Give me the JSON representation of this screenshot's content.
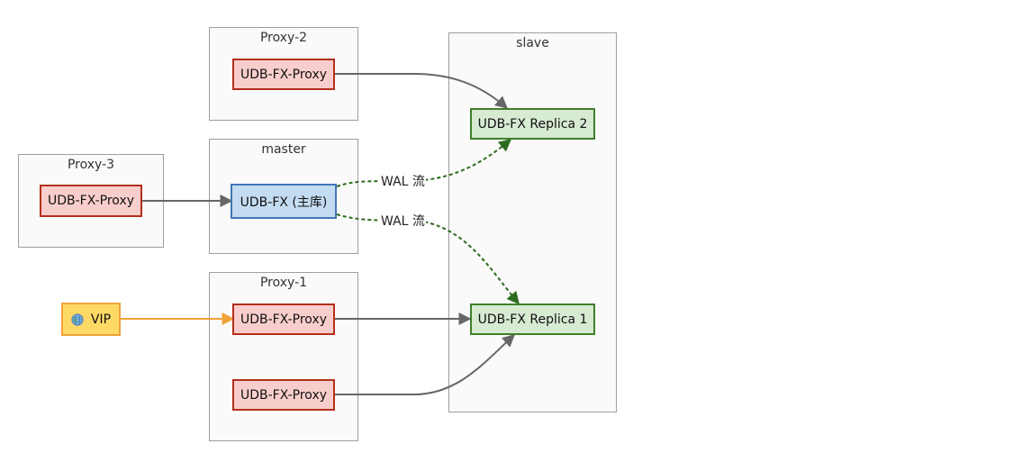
{
  "clusters": {
    "proxy2": "Proxy-2",
    "master": "master",
    "proxy3": "Proxy-3",
    "proxy1": "Proxy-1",
    "slave": "slave"
  },
  "nodes": {
    "proxy2_node": "UDB-FX-Proxy",
    "proxy3_node": "UDB-FX-Proxy",
    "proxy1_node_a": "UDB-FX-Proxy",
    "proxy1_node_b": "UDB-FX-Proxy",
    "primary": "UDB-FX (主库)",
    "replica2": "UDB-FX Replica 2",
    "replica1": "UDB-FX Replica 1",
    "vip": "VIP"
  },
  "edges": {
    "wal_label_1": "WAL 流",
    "wal_label_2": "WAL 流"
  },
  "colors": {
    "proxy_fill": "#f8cecc",
    "proxy_border": "#b32f1c",
    "primary_fill": "#c4dcf2",
    "primary_border": "#3f77b4",
    "replica_fill": "#d7ead2",
    "replica_border": "#3f7f2a",
    "vip_fill": "#ffd966",
    "vip_border": "#f0a33a",
    "edge_solid": "#666666",
    "edge_wal": "#2e6b1e",
    "edge_vip": "#f0a33a"
  },
  "icons": {
    "vip": "globe-icon"
  }
}
